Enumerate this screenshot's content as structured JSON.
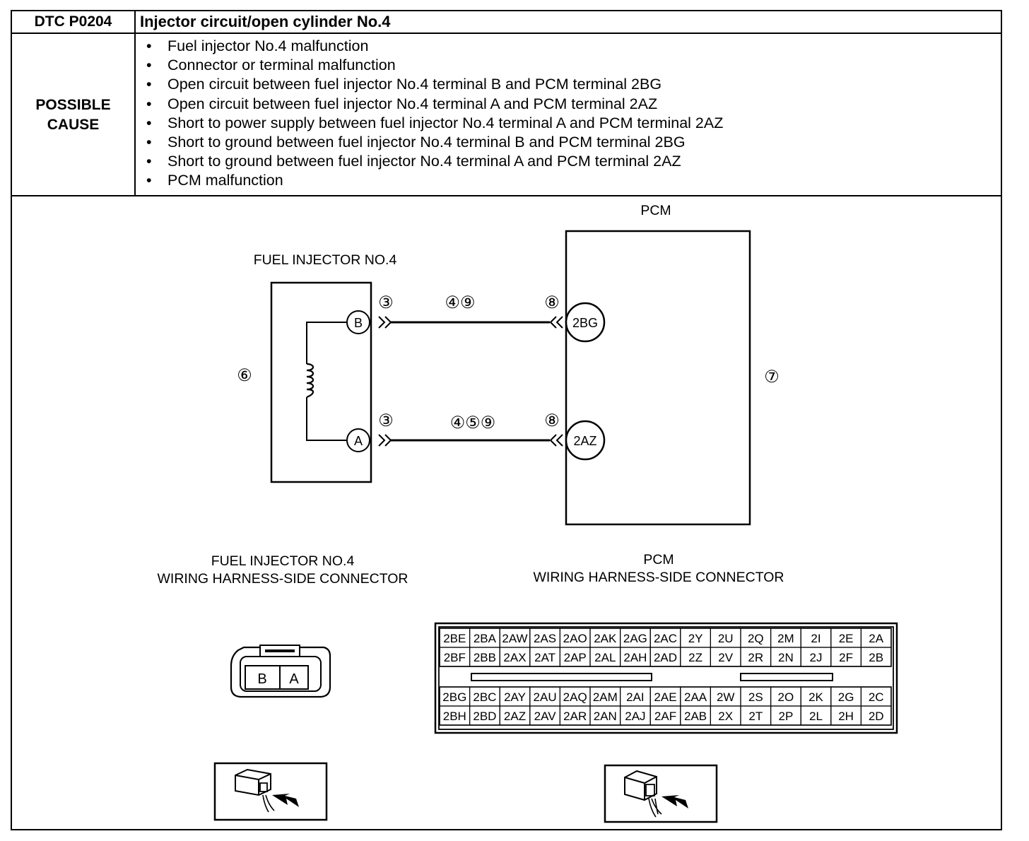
{
  "header": {
    "dtc_code": "DTC P0204",
    "title": "Injector circuit/open cylinder No.4"
  },
  "possible_cause": {
    "label": "POSSIBLE\nCAUSE",
    "items": [
      "Fuel injector No.4 malfunction",
      "Connector or terminal malfunction",
      "Open circuit between fuel injector No.4 terminal B and PCM terminal 2BG",
      "Open circuit between fuel injector No.4 terminal A and PCM terminal 2AZ",
      "Short to power supply between fuel injector No.4 terminal A and PCM terminal 2AZ",
      "Short to ground between fuel injector No.4 terminal B and PCM terminal 2BG",
      "Short to ground between fuel injector No.4 terminal A and PCM terminal 2AZ",
      "PCM malfunction"
    ]
  },
  "diagram": {
    "pcm_label": "PCM",
    "injector_label": "FUEL INJECTOR NO.4",
    "injector_ref": "⑥",
    "pcm_ref": "⑦",
    "injector_terminals": [
      "B",
      "A"
    ],
    "pcm_terminals": [
      "2BG",
      "2AZ"
    ],
    "wire_b": {
      "left_ref": "③",
      "mid_refs": "④⑨",
      "right_ref": "⑧"
    },
    "wire_a": {
      "left_ref": "③",
      "mid_refs": "④⑤⑨",
      "right_ref": "⑧"
    }
  },
  "connectors": {
    "injector_connector_label": "FUEL INJECTOR NO.4\nWIRING HARNESS-SIDE CONNECTOR",
    "pcm_connector_label": "PCM\nWIRING HARNESS-SIDE CONNECTOR",
    "injector_pins": [
      "B",
      "A"
    ],
    "pcm_pins_upper": [
      [
        "2BE",
        "2BA",
        "2AW",
        "2AS",
        "2AO",
        "2AK",
        "2AG",
        "2AC",
        "2Y",
        "2U",
        "2Q",
        "2M",
        "2I",
        "2E",
        "2A"
      ],
      [
        "2BF",
        "2BB",
        "2AX",
        "2AT",
        "2AP",
        "2AL",
        "2AH",
        "2AD",
        "2Z",
        "2V",
        "2R",
        "2N",
        "2J",
        "2F",
        "2B"
      ]
    ],
    "pcm_pins_lower": [
      [
        "2BG",
        "2BC",
        "2AY",
        "2AU",
        "2AQ",
        "2AM",
        "2AI",
        "2AE",
        "2AA",
        "2W",
        "2S",
        "2O",
        "2K",
        "2G",
        "2C"
      ],
      [
        "2BH",
        "2BD",
        "2AZ",
        "2AV",
        "2AR",
        "2AN",
        "2AJ",
        "2AF",
        "2AB",
        "2X",
        "2T",
        "2P",
        "2L",
        "2H",
        "2D"
      ]
    ]
  }
}
